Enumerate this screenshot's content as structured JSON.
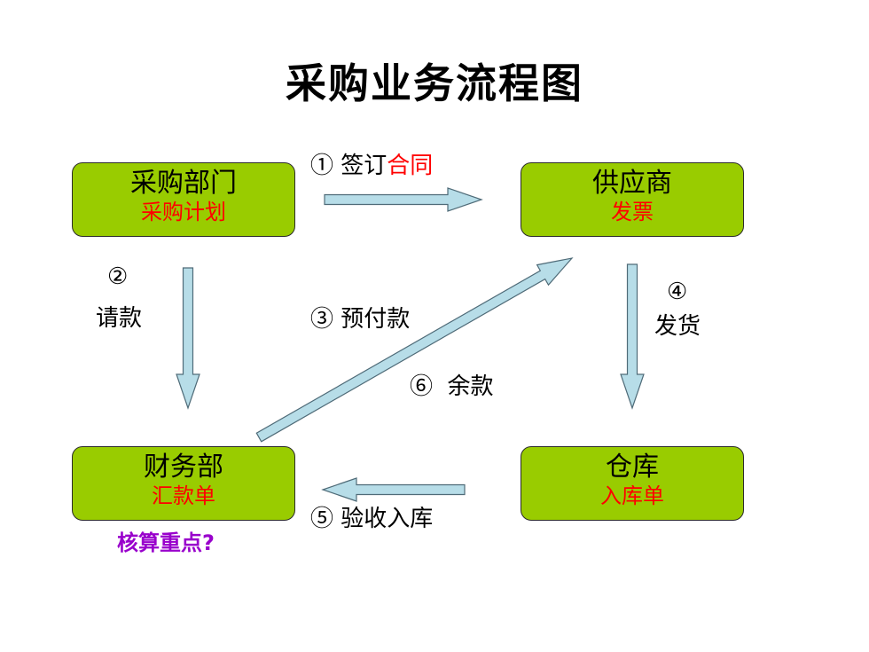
{
  "title": "采购业务流程图",
  "colors": {
    "box_fill": "#99cc00",
    "arrow_fill": "#b7dde8",
    "arrow_stroke": "#4f6b78",
    "document_text": "#ff0000",
    "note_text": "#9900cc"
  },
  "nodes": {
    "purchasing": {
      "name": "采购部门",
      "document": "采购计划"
    },
    "supplier": {
      "name": "供应商",
      "document": "发票"
    },
    "finance": {
      "name": "财务部",
      "document": "汇款单"
    },
    "warehouse": {
      "name": "仓库",
      "document": "入库单"
    }
  },
  "steps": {
    "s1": {
      "num": "①",
      "text": "签订",
      "highlight": "合同"
    },
    "s2": {
      "num": "②",
      "text": "请款"
    },
    "s3": {
      "num": "③",
      "text": "预付款"
    },
    "s4": {
      "num": "④",
      "text": "发货"
    },
    "s5": {
      "num": "⑤",
      "text": "验收入库"
    },
    "s6": {
      "num": "⑥",
      "text": "余款"
    }
  },
  "note": "核算重点?"
}
